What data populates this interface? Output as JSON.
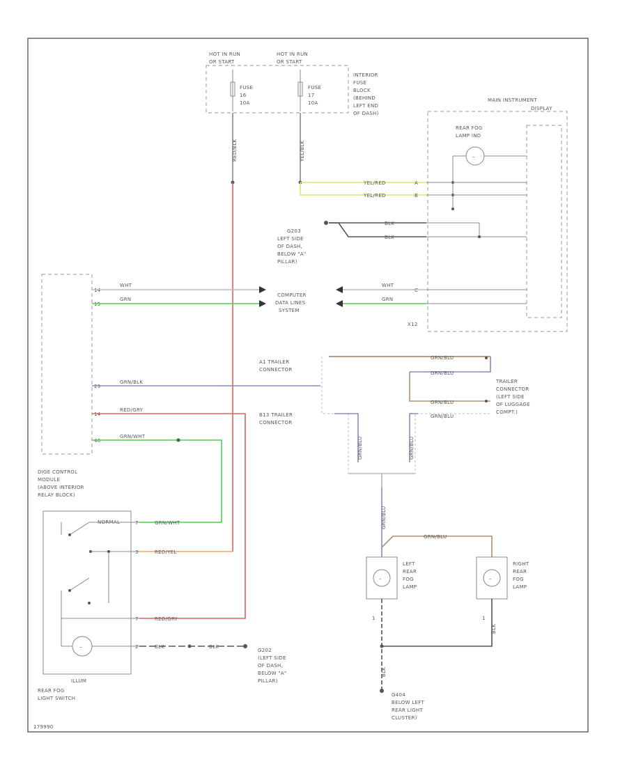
{
  "colors": {
    "red": "#e06060",
    "yellow": "#e8e070",
    "green": "#4ccf4c",
    "grey": "#9a9a9a",
    "violet": "#8888c0",
    "orange": "#f0a060",
    "tan": "#b09070",
    "black": "#444444"
  },
  "labels": {
    "hot_left": "HOT IN RUN",
    "bracket_left": "OR START",
    "hot_right": "HOT IN RUN",
    "bracket_right": "OR START",
    "fuse_a": "FUSE",
    "fuse_a_num": "16",
    "fuse_a_amp": "10A",
    "fuse_b": "FUSE",
    "fuse_b_num": "17",
    "fuse_b_amp": "10A",
    "fuse_block": [
      "INTERIOR",
      "FUSE",
      "BLOCK",
      "(BEHIND",
      "LEFT END",
      "OF DASH)"
    ],
    "main_instrument": [
      "MAIN INSTRUMENT",
      "DISPLAY"
    ],
    "rear_fog_lamp_ind": [
      "REAR FOG",
      "LAMP IND"
    ],
    "wire_ylw_1": "YEL/RED",
    "wire_ylw_2": "YEL/RED",
    "wire_red_v": "RED/BLK",
    "wire_ylw_v": "YEL/BLK",
    "ground_g203": "G203",
    "ground_g203_desc": [
      "LEFT SIDE",
      "OF DASH,",
      "BELOW \"A\"",
      "PILLAR)"
    ],
    "wire_blk_1": "BLK",
    "wire_blk_2": "BLK",
    "pin_a": "A",
    "pin_b": "B",
    "pin_c": "C",
    "wire_wht_l": "WHT",
    "wire_grn_l": "GRN",
    "computer": [
      "COMPUTER",
      "DATA LINES",
      "SYSTEM"
    ],
    "wire_wht_r": "WHT",
    "wire_grn_r": "GRN",
    "x12": "X12",
    "cem_pins": [
      "14",
      "15",
      "29",
      "14",
      "46"
    ],
    "wire_grn_blk_cem": "GRN/BLK",
    "wire_red_gry_cem": "RED/GRY",
    "wire_grn_wht_cem": "GRN/WHT",
    "cem_label": [
      "DIGE CONTROL",
      "MODULE",
      "(ABOVE INTERIOR",
      "RELAY BLOCK)"
    ],
    "trailer_a": [
      "A1 TRAILER",
      "CONNECTOR"
    ],
    "trailer_b": [
      "B13 TRAILER",
      "CONNECTOR"
    ],
    "trailer_conn": [
      "TRAILER",
      "CONNECTOR",
      "(LEFT SIDE",
      "OF LUGGAGE",
      "COMPT.)"
    ],
    "wire_tr_1": "GRN/BLU",
    "wire_tr_2": "GRN/BLU",
    "wire_tr_3": "GRN/BLU",
    "wire_tr_4": "GRN/BLU",
    "wire_tr_v1": "GRN/BLU",
    "wire_tr_v2": "GRN/BLU",
    "wire_tr_v3": "GRN/BLU",
    "wire_rf_top": "GRN/BLU",
    "left_rear_fog": [
      "LEFT",
      "REAR",
      "FOG",
      "LAMP"
    ],
    "right_rear_fog": [
      "RIGHT",
      "REAR",
      "FOG",
      "LAMP"
    ],
    "pin_1a": "1",
    "pin_1b": "1",
    "wire_blk_rf": "BLK",
    "wire_blk_rfv": "BLK",
    "ground_g404": "G404",
    "ground_g404_desc": [
      "BELOW LEFT",
      "REAR LIGHT",
      "CLUSTER)"
    ],
    "switch_top": "NORMAL",
    "sw_pin_1": "7",
    "sw_pin_2": "3",
    "sw_pin_3": "7",
    "sw_pin_4": "2",
    "sw_wire_1": "GRN/WHT",
    "sw_wire_2": "RED/YEL",
    "sw_wire_3": "RED/GRY",
    "sw_wire_4": "BLK",
    "sw_wire_5": "BLK",
    "illum": "ILLUM",
    "switch_label": [
      "REAR FOG",
      "LIGHT SWITCH"
    ],
    "ground_g202": "G202",
    "ground_g202_desc": [
      "(LEFT SIDE",
      "OF DASH,",
      "BELOW \"A\"",
      "PILLAR)"
    ],
    "figure_id": "179990"
  }
}
